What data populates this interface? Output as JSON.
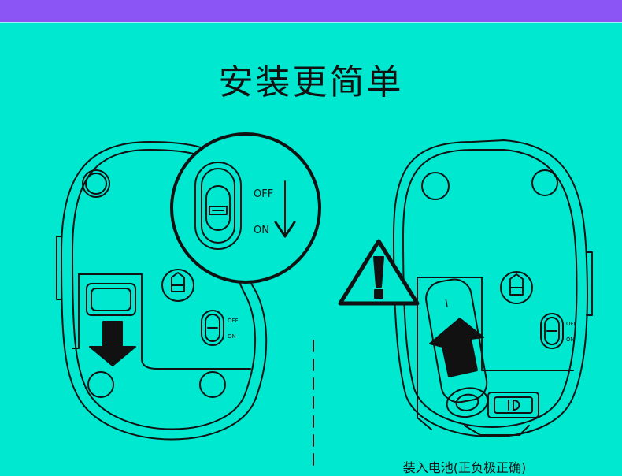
{
  "title": "安装更简单",
  "switch_labels": {
    "off": "OFF",
    "on": "ON"
  },
  "caption": "装入电池(正负极正确)",
  "battery_mark": "I",
  "colors": {
    "background": "#00e8d0",
    "top_bar": "#8b55f5",
    "line": "#111111"
  },
  "icons": {
    "warning": "warning-icon",
    "arrow_down": "arrow-down-icon",
    "arrow_up": "arrow-up-icon"
  }
}
